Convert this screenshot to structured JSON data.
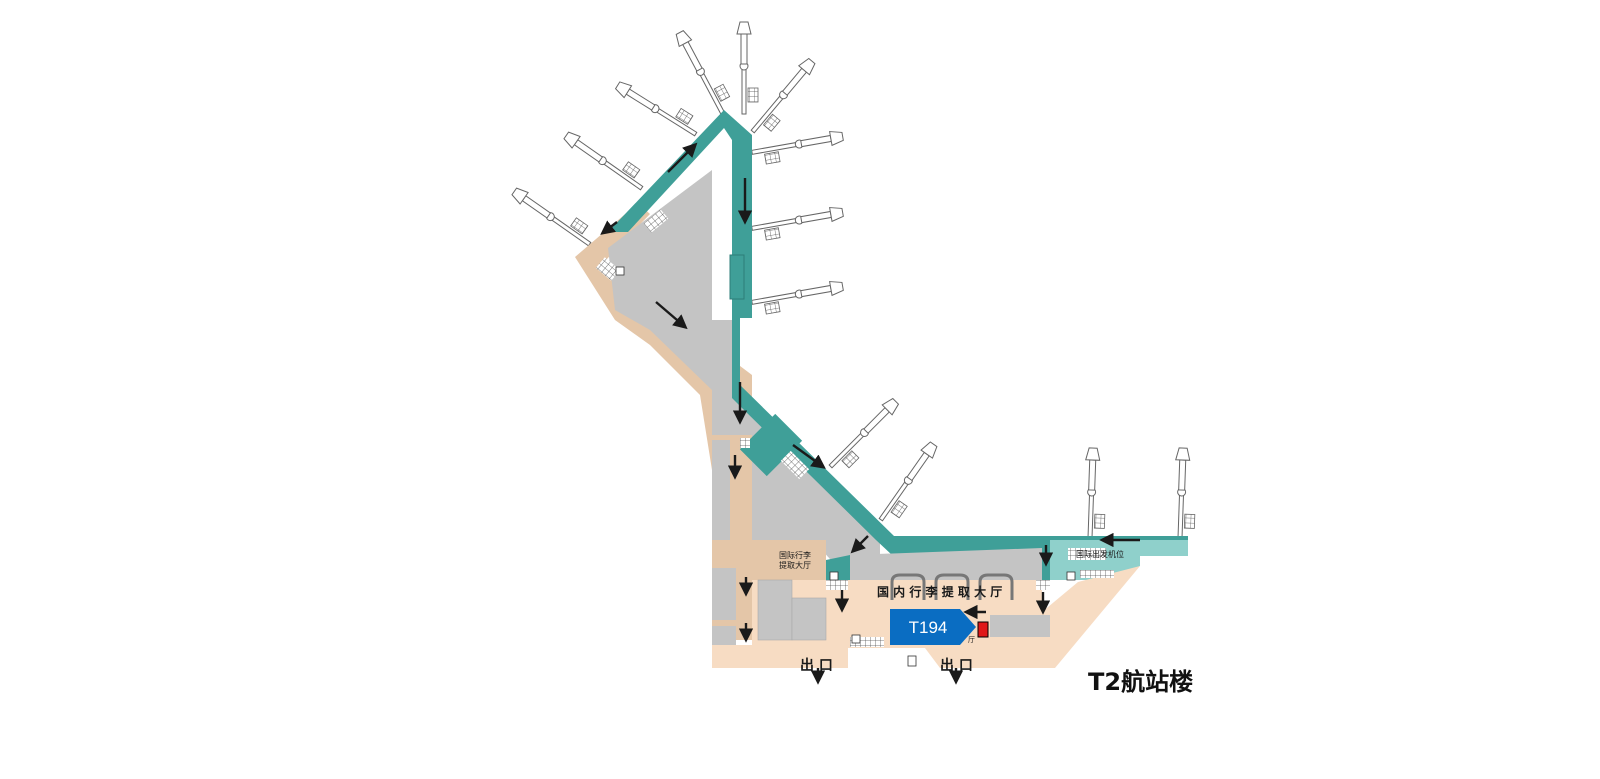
{
  "map": {
    "building_title": "T2航站楼",
    "marker_label": "T194",
    "area_labels": {
      "domestic_baggage_hall": "国 内 行 李 提 取 大 厅",
      "intl_baggage_hall_line1": "国际行李",
      "intl_baggage_hall_line2": "提取大厅",
      "intl_departure_gates": "国际出发机位",
      "exit_left": "出 口",
      "exit_right": "出 口",
      "hall_small": "厅"
    },
    "colors": {
      "corridor_teal": "#3f9f98",
      "light_teal": "#8fd0cb",
      "gray_area": "#c4c4c4",
      "beige_area": "#f7dcc3",
      "tan_area": "#e4c6a8",
      "marker_blue": "#0a6dc2",
      "marker_red": "#e01818",
      "arrow": "#1a1a1a"
    },
    "icons": [
      "boarding-bridge-icon",
      "escalator-icon",
      "flow-arrow-icon",
      "baggage-carousel-icon",
      "elevator-icon",
      "location-marker-icon"
    ]
  }
}
